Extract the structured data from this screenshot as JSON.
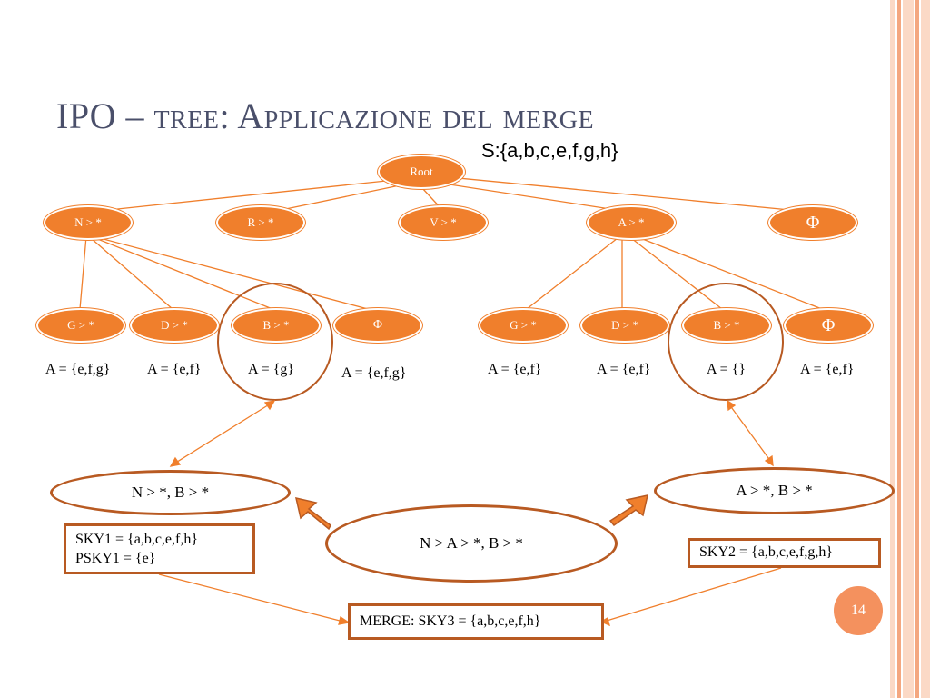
{
  "title": {
    "part1": "IPO – ",
    "part2": "tree: Applicazione del merge"
  },
  "set_label": "S:{a,b,c,e,f,g,h}",
  "colors": {
    "node_fill": "#f07f2c",
    "edge": "#f07f2c",
    "oval_border": "#b85a22",
    "title": "#4a4f6a",
    "stripe_light": "#fbd9c6",
    "stripe_dark": "#f4a780"
  },
  "tree": {
    "root": "Root",
    "level1": [
      "N > *",
      "R > *",
      "V > *",
      "A > *",
      "Φ"
    ],
    "left_children": [
      "G > *",
      "D > *",
      "B > *",
      "Φ"
    ],
    "right_children": [
      "G > *",
      "D > *",
      "B > *",
      "Φ"
    ],
    "left_values": [
      "A = {e,f,g}",
      "A = {e,f}",
      "A = {g}",
      "A = {e,f,g}"
    ],
    "right_values": [
      "A = {e,f}",
      "A = {e,f}",
      "A = {}",
      "A = {e,f}"
    ]
  },
  "merge": {
    "left_query": "N > *, B > *",
    "right_query": "A > *, B > *",
    "center_query": "N > A > *, B > *",
    "sky1_line1": "SKY1 = {a,b,c,e,f,h}",
    "sky1_line2": "PSKY1 = {e}",
    "sky2": "SKY2 = {a,b,c,e,f,g,h}",
    "merge_result": "MERGE: SKY3 = {a,b,c,e,f,h}"
  },
  "page_number": "14"
}
